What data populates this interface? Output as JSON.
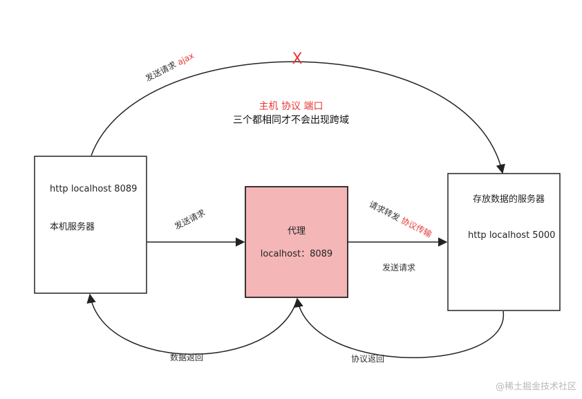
{
  "top_arc": {
    "label_prefix": "发送请求",
    "label_ajax": "ajax",
    "blocked_mark": "X",
    "headline_red": "主机 协议 端口",
    "headline_black": "三个都相同才不会出现跨域"
  },
  "local_server": {
    "line1": "http localhost 8089",
    "line2": "本机服务器"
  },
  "proxy": {
    "line1": "代理",
    "line2": "localhost：8089",
    "fill": "#f4b6b6"
  },
  "data_server": {
    "line1": "存放数据的服务器",
    "line2": "http localhost 5000"
  },
  "edges": {
    "local_to_proxy": "发送请求",
    "proxy_to_data_prefix": "请求转发",
    "proxy_to_data_red": "协议传输",
    "proxy_to_data_below": "发送请求",
    "return_to_local": "数据返回",
    "return_to_proxy": "协议返回"
  },
  "watermark": "@稀土掘金技术社区",
  "colors": {
    "accent_red": "#e53935",
    "stroke": "#222222"
  }
}
